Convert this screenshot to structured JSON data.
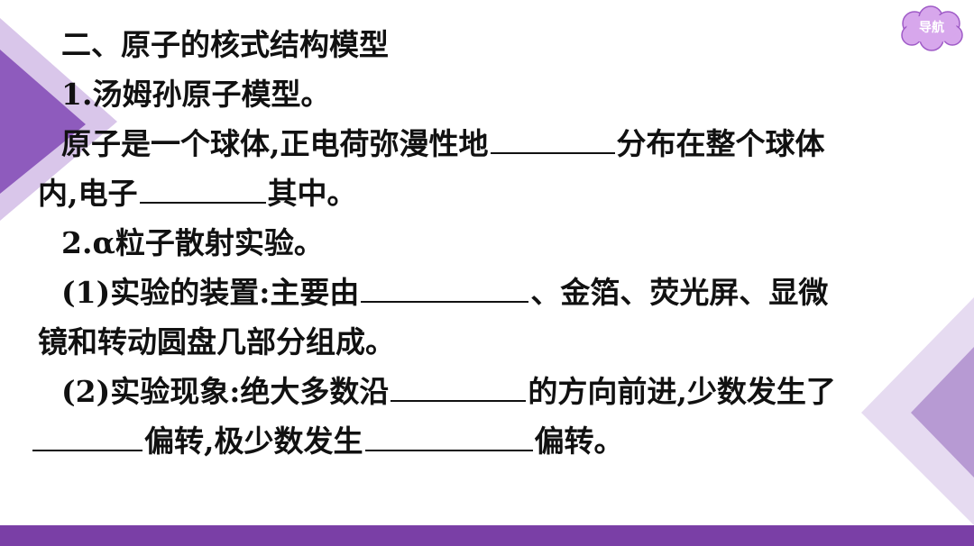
{
  "nav": {
    "label": "导航"
  },
  "colors": {
    "accent": "#7a3fa6",
    "light_accent": "#d9c6ea",
    "nav_bg": "#d7a7ec"
  },
  "section": {
    "title": "二、原子的核式结构模型"
  },
  "item1": {
    "title": "1.汤姆孙原子模型。",
    "text_a": "原子是一个球体,正电荷弥漫性地",
    "text_b": "分布在整个球体",
    "text_c": "内,电子",
    "text_d": "其中。"
  },
  "item2": {
    "title": "2.α粒子散射实验。",
    "p1_a": "(1)实验的装置:主要由",
    "p1_b": "、金箔、荧光屏、显微",
    "p1_c": "镜和转动圆盘几部分组成。",
    "p2_a": "(2)实验现象:绝大多数沿",
    "p2_b": "的方向前进,少数发生了",
    "p2_c": "偏转,极少数发生",
    "p2_d": "偏转。"
  }
}
